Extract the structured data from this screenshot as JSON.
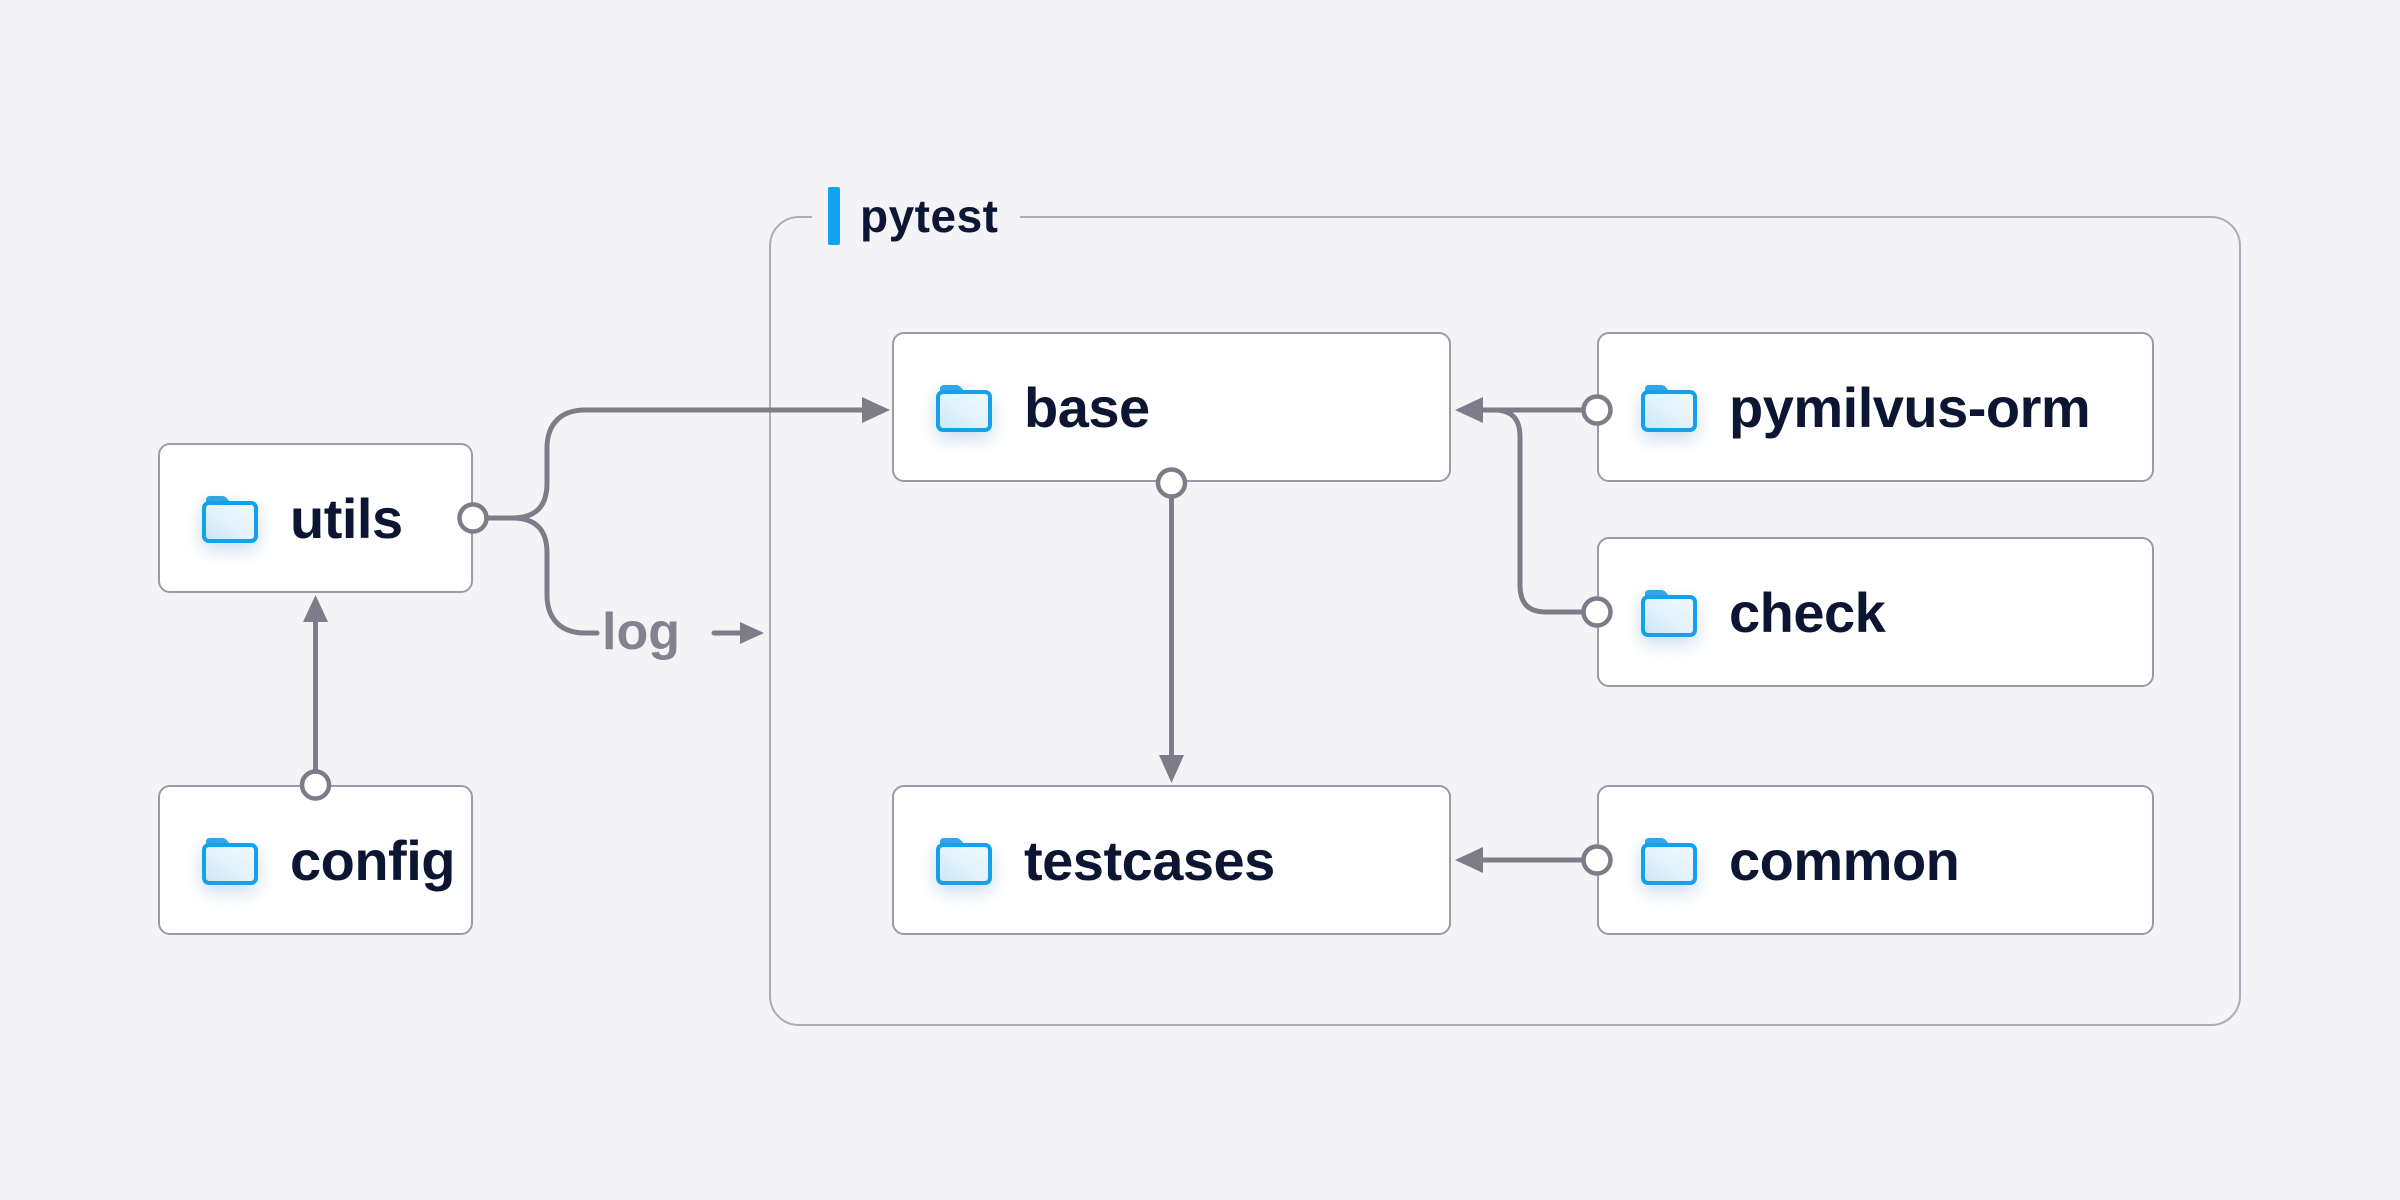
{
  "diagram": {
    "background_color": "#f4f4f6",
    "container": {
      "label": "pytest",
      "accent_color": "#10a3f0",
      "border_color": "#abacba"
    },
    "nodes": {
      "utils": {
        "label": "utils",
        "icon": "folder-icon"
      },
      "config": {
        "label": "config",
        "icon": "folder-icon"
      },
      "base": {
        "label": "base",
        "icon": "folder-icon",
        "inside": "pytest"
      },
      "pymilvus-orm": {
        "label": "pymilvus-orm",
        "icon": "folder-icon",
        "inside": "pytest"
      },
      "check": {
        "label": "check",
        "icon": "folder-icon",
        "inside": "pytest"
      },
      "testcases": {
        "label": "testcases",
        "icon": "folder-icon",
        "inside": "pytest"
      },
      "common": {
        "label": "common",
        "icon": "folder-icon",
        "inside": "pytest"
      }
    },
    "edge_labels": {
      "log": "log"
    },
    "edges": [
      {
        "from": "config",
        "to": "utils"
      },
      {
        "from": "utils",
        "to": "base"
      },
      {
        "from": "utils",
        "to": "pytest",
        "label": "log"
      },
      {
        "from": "pymilvus-orm",
        "to": "base"
      },
      {
        "from": "check",
        "to": "base"
      },
      {
        "from": "base",
        "to": "testcases"
      },
      {
        "from": "common",
        "to": "testcases"
      }
    ],
    "colors": {
      "node_text": "#0c1633",
      "node_border": "#9b9ba8",
      "node_background": "#ffffff",
      "connector": "#7d7d89",
      "edge_label_text": "#83838f",
      "folder_outline": "#14a1ea",
      "folder_fill_light": "#eff8fe",
      "folder_fill_dark": "#c9e5f7",
      "folder_tab": "#2fa7e6"
    }
  }
}
